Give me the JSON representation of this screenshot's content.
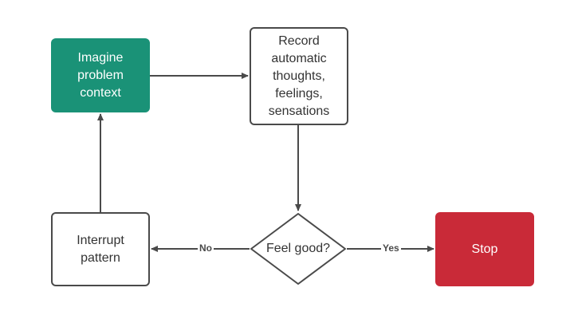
{
  "colors": {
    "teal": "#1a9277",
    "red": "#c92a38",
    "stroke": "#4a4a4a"
  },
  "nodes": {
    "imagine": "Imagine\nproblem\ncontext",
    "record": "Record\nautomatic\nthoughts,\nfeelings,\nsensations",
    "interrupt": "Interrupt\npattern",
    "decision": "Feel good?",
    "stop": "Stop"
  },
  "edges": {
    "no_label": "No",
    "yes_label": "Yes"
  }
}
